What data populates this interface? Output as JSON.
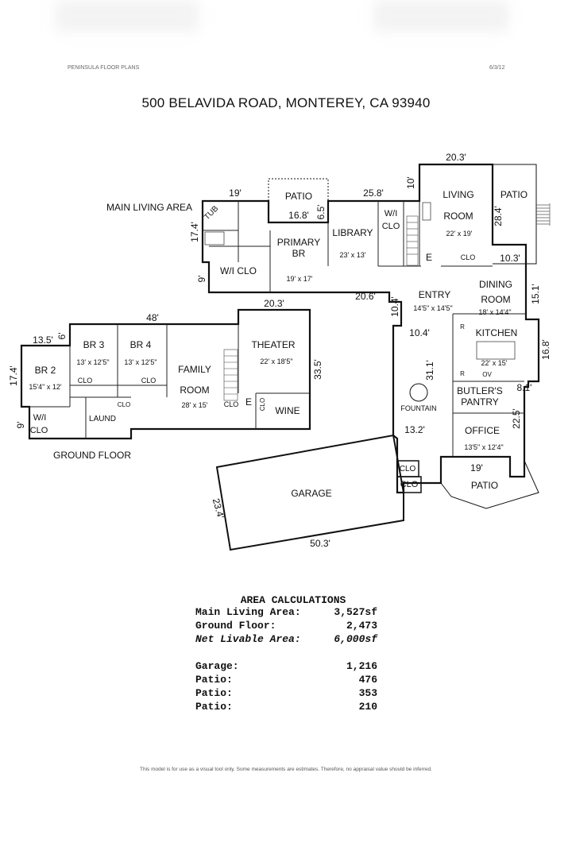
{
  "header": {
    "company": "PENINSULA FLOOR PLANS",
    "date": "6/3/12"
  },
  "title": "500 BELAVIDA ROAD, MONTEREY, CA  93940",
  "sections": {
    "main": "MAIN LIVING AREA",
    "ground": "GROUND FLOOR"
  },
  "rooms": {
    "patio_top": "PATIO",
    "tub": "TUB",
    "wi_clo_primary": "W/I CLO",
    "primary_br": "PRIMARY",
    "primary_br2": "BR",
    "primary_br_dim": "19' x 17'",
    "library": "LIBRARY",
    "library_dim": "23' x 13'",
    "wi_clo_lib": "W/I",
    "wi_clo_lib2": "CLO",
    "living": "LIVING",
    "living2": "ROOM",
    "living_dim": "22' x 19'",
    "living_clo": "CLO",
    "e_living": "E",
    "patio_right": "PATIO",
    "entry": "ENTRY",
    "entry_dim": "14'5\" x 14'5\"",
    "dining": "DINING",
    "dining2": "ROOM",
    "dining_dim": "18' x 14'4\"",
    "kitchen": "KITCHEN",
    "kitchen_dim": "22' x 15'",
    "r1": "R",
    "r2": "R",
    "ov": "OV",
    "fountain": "FOUNTAIN",
    "butlers": "BUTLER'S",
    "butlers2": "PANTRY",
    "office": "OFFICE",
    "office_dim": "13'5\" x 12'4\"",
    "patio_office": "PATIO",
    "garage": "GARAGE",
    "clo_g1": "CLO",
    "clo_g2": "CLO",
    "theater": "THEATER",
    "theater_dim": "22' x 18'5\"",
    "wine": "WINE",
    "family": "FAMILY",
    "family2": "ROOM",
    "family_dim": "28' x 15'",
    "clo_family": "CLO",
    "e_family": "E",
    "clo_wine": "CLO",
    "br3": "BR 3",
    "br3_dim": "13' x 12'5\"",
    "br3_clo": "CLO",
    "br4": "BR 4",
    "br4_dim": "13' x 12'5\"",
    "br4_clo": "CLO",
    "br2": "BR 2",
    "br2_dim": "15'4\" x 12'",
    "wi_br2": "W/I",
    "wi_br2b": "CLO",
    "laund": "LAUND",
    "clo_laund": "CLO"
  },
  "dims": {
    "d19_top": "19'",
    "d16_8": "16.8'",
    "d6_5": "6.5'",
    "d25_8": "25.8'",
    "d10": "10'",
    "d20_3_top": "20.3'",
    "d28_4": "28.4'",
    "d10_3": "10.3'",
    "d17_4_main": "17.4'",
    "d9_main": "9'",
    "d20_6": "20.6'",
    "d10_4a": "10.4'",
    "d10_4b": "10.4'",
    "d15_1": "15.1'",
    "d16_8_right": "16.8'",
    "d8_1": "8.1'",
    "d22_5": "22.5'",
    "d19_office": "19'",
    "d31_1": "31.1'",
    "d13_2": "13.2'",
    "d23_4": "23.4'",
    "d50_3": "50.3'",
    "d20_3_theater": "20.3'",
    "d48": "48'",
    "d33_5": "33.5'",
    "d13_5": "13.5'",
    "d6": "6'",
    "d17_4_ground": "17.4'",
    "d9_ground": "9'"
  },
  "area_calculations": {
    "title": "AREA CALCULATIONS",
    "rows": [
      {
        "label": "Main Living Area:",
        "value": "3,527sf",
        "style": ""
      },
      {
        "label": "Ground Floor:",
        "value": "2,473",
        "style": "ul"
      },
      {
        "label": "Net Livable Area:",
        "value": "6,000sf",
        "style": "it"
      },
      {
        "label": "",
        "value": "",
        "style": ""
      },
      {
        "label": "Garage:",
        "value": "1,216",
        "style": ""
      },
      {
        "label": "Patio:",
        "value": "476",
        "style": ""
      },
      {
        "label": "Patio:",
        "value": "353",
        "style": ""
      },
      {
        "label": "Patio:",
        "value": "210",
        "style": ""
      }
    ]
  },
  "footer": "This model is for use as a visual tool only.  Some measurements are estimates.  Therefore, no appraisal value should be inferred."
}
